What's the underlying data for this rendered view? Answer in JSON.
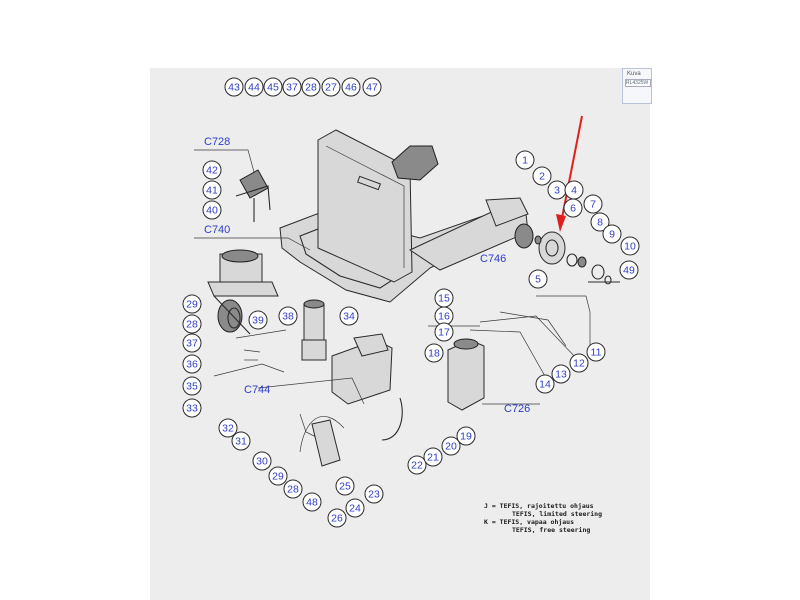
{
  "toolbar_panel": {
    "title": "Kuva",
    "field_text": "RL4325W"
  },
  "callouts": [
    {
      "n": "43"
    },
    {
      "n": "44"
    },
    {
      "n": "45"
    },
    {
      "n": "37"
    },
    {
      "n": "28"
    },
    {
      "n": "27"
    },
    {
      "n": "46"
    },
    {
      "n": "47"
    },
    {
      "n": "42"
    },
    {
      "n": "41"
    },
    {
      "n": "40"
    },
    {
      "n": "1"
    },
    {
      "n": "2"
    },
    {
      "n": "3"
    },
    {
      "n": "4"
    },
    {
      "n": "6"
    },
    {
      "n": "7"
    },
    {
      "n": "8"
    },
    {
      "n": "9"
    },
    {
      "n": "10"
    },
    {
      "n": "49"
    },
    {
      "n": "5"
    },
    {
      "n": "11"
    },
    {
      "n": "12"
    },
    {
      "n": "13"
    },
    {
      "n": "14"
    },
    {
      "n": "15"
    },
    {
      "n": "16"
    },
    {
      "n": "17"
    },
    {
      "n": "18"
    },
    {
      "n": "29"
    },
    {
      "n": "28"
    },
    {
      "n": "37"
    },
    {
      "n": "36"
    },
    {
      "n": "35"
    },
    {
      "n": "33"
    },
    {
      "n": "39"
    },
    {
      "n": "38"
    },
    {
      "n": "34"
    },
    {
      "n": "32"
    },
    {
      "n": "31"
    },
    {
      "n": "30"
    },
    {
      "n": "29"
    },
    {
      "n": "28"
    },
    {
      "n": "48"
    },
    {
      "n": "26"
    },
    {
      "n": "24"
    },
    {
      "n": "25"
    },
    {
      "n": "23"
    },
    {
      "n": "22"
    },
    {
      "n": "21"
    },
    {
      "n": "20"
    },
    {
      "n": "19"
    }
  ],
  "group_labels": [
    "C728",
    "C740",
    "C746",
    "C744",
    "C726"
  ],
  "legend_lines": [
    "J = TEFIS, rajoitettu ohjaus",
    "TEFIS, limited steering",
    "K = TEFIS, vapaa ohjaus",
    "TEFIS, free steering"
  ],
  "colors": {
    "callout_text": "#2f3cc6",
    "arrow": "#e02020",
    "sheet": "#ededed"
  }
}
